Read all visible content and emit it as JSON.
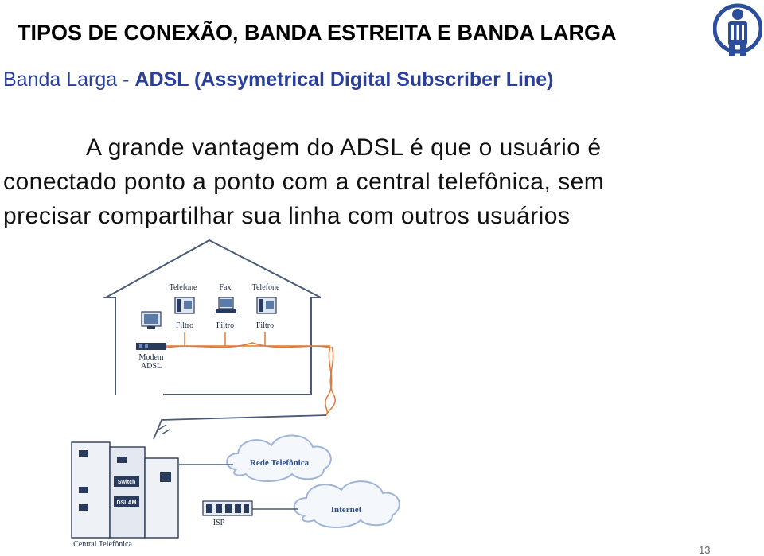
{
  "slide": {
    "title": "TIPOS DE CONEXÃO, BANDA ESTREITA E BANDA LARGA",
    "subtitle_prefix": "Banda Larga - ",
    "subtitle_bold": "ADSL (Assymetrical Digital Subscriber Line)",
    "body_line1": "A grande vantagem do ADSL é que o usuário é",
    "body_line2": "conectado ponto a ponto com a central telefônica, sem",
    "body_line3": "precisar compartilhar sua linha com outros usuários",
    "page_number": "13"
  },
  "diagram": {
    "devices": [
      "Telefone",
      "Fax",
      "Telefone"
    ],
    "filters": [
      "Filtro",
      "Filtro",
      "Filtro"
    ],
    "modem_line1": "Modem",
    "modem_line2": "ADSL",
    "cloud_phone": "Rede Telefônica",
    "cloud_internet": "Internet",
    "switch_label": "Switch",
    "dslam_label": "DSLAM",
    "isp_label": "ISP",
    "central_label": "Central Telefônica"
  },
  "colors": {
    "title": "#000000",
    "subtitle": "#2a3f9a",
    "logo": "#2b4d9a",
    "wire": "#e07a3a",
    "house_outline": "#4a5a78"
  },
  "icons": [
    "logo-icon",
    "telephone-icon",
    "fax-icon",
    "computer-icon",
    "modem-icon",
    "cloud-icon",
    "building-icon"
  ]
}
